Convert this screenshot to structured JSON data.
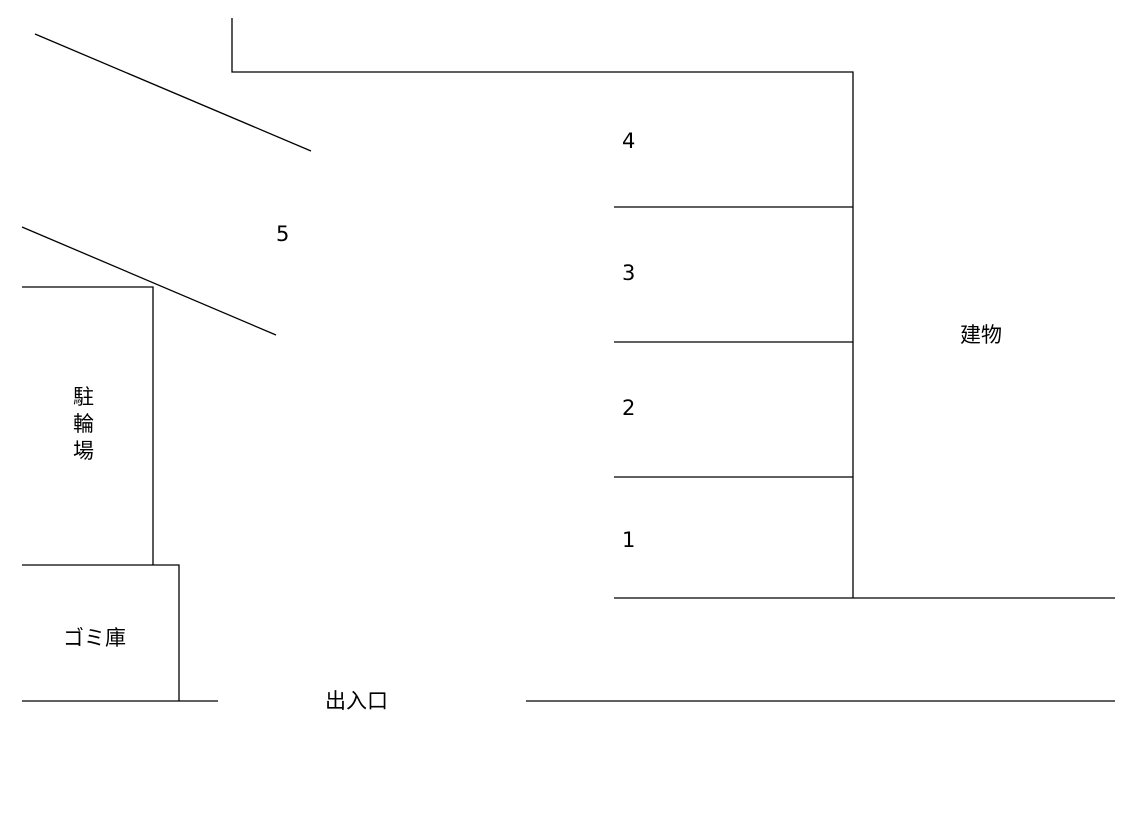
{
  "parking_map": {
    "spaces": [
      {
        "number": "4"
      },
      {
        "number": "3"
      },
      {
        "number": "2"
      },
      {
        "number": "1"
      },
      {
        "number": "5"
      }
    ],
    "building_label": "建物",
    "bicycle_parking_label": [
      "駐",
      "輪",
      "場"
    ],
    "garbage_shed_label": "ゴミ庫",
    "entrance_label": "出入口",
    "line_color": "#000000",
    "background_color": "#ffffff"
  }
}
